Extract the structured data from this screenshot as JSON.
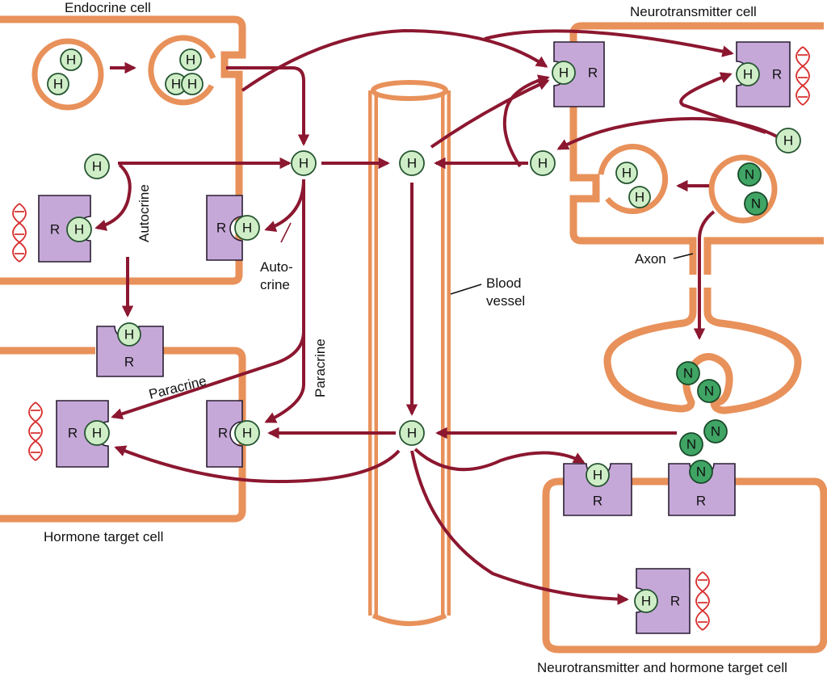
{
  "labels": {
    "endocrine_cell": "Endocrine cell",
    "neurotransmitter_cell": "Neurotransmitter cell",
    "hormone_target_cell": "Hormone target cell",
    "nt_hormone_target_cell": "Neurotransmitter and hormone target cell",
    "autocrine_vertical": "Autocrine",
    "autocrine_split_1": "Auto-",
    "autocrine_split_2": "crine",
    "paracrine_diagonal": "Paracrine",
    "paracrine_vertical": "Paracrine",
    "blood_vessel_1": "Blood",
    "blood_vessel_2": "vessel",
    "axon": "Axon"
  },
  "symbols": {
    "hormone": "H",
    "receptor": "R",
    "neurotransmitter": "N"
  },
  "colors": {
    "arrow": "#8c1730",
    "membrane": "#e8915a",
    "receptor": "#c6a8d8",
    "hormone": "#cfeec8",
    "neurotransmitter": "#3fa464",
    "dna": "#d8302f"
  }
}
